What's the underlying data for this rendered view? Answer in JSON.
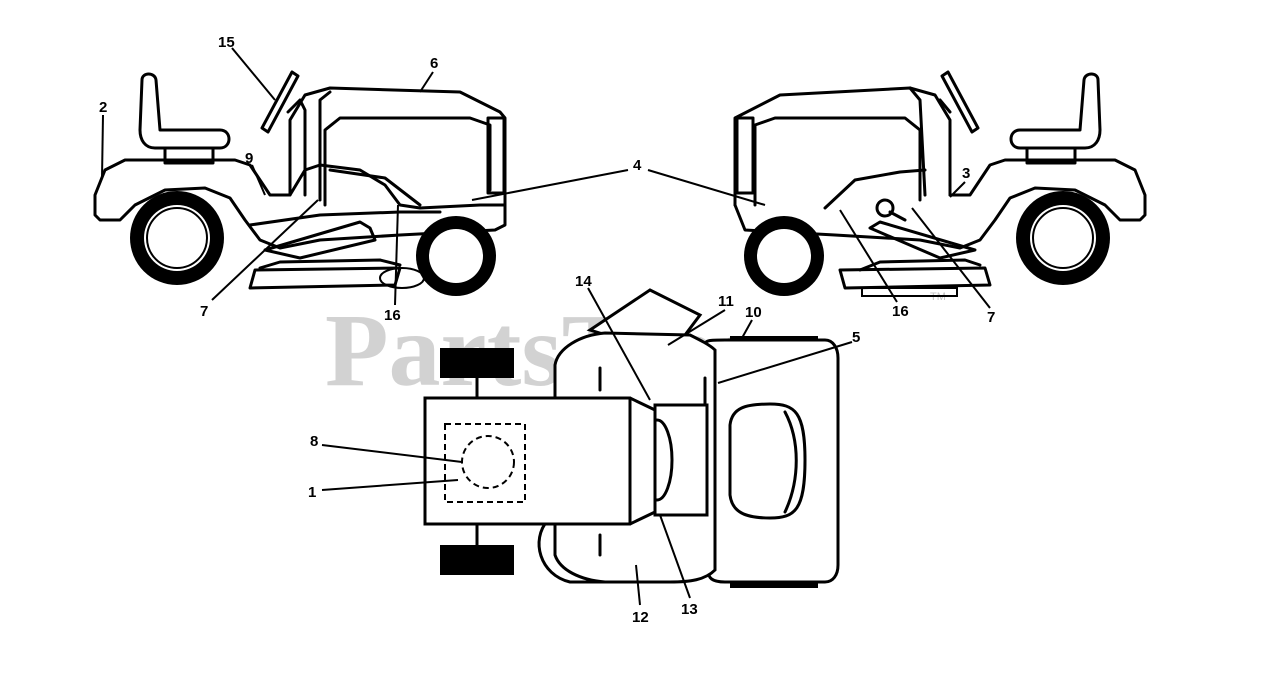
{
  "watermark": {
    "text": "PartsTree",
    "trademark": "TM",
    "color": "#c4c4c4"
  },
  "callouts": {
    "left_view": [
      "15",
      "6",
      "2",
      "9",
      "4",
      "7",
      "16"
    ],
    "right_view": [
      "3",
      "16",
      "7"
    ],
    "top_view": [
      "14",
      "11",
      "10",
      "5",
      "8",
      "1",
      "12",
      "13"
    ]
  },
  "icons": [
    "tractor-side-left-icon",
    "tractor-side-right-icon",
    "tractor-top-icon"
  ]
}
